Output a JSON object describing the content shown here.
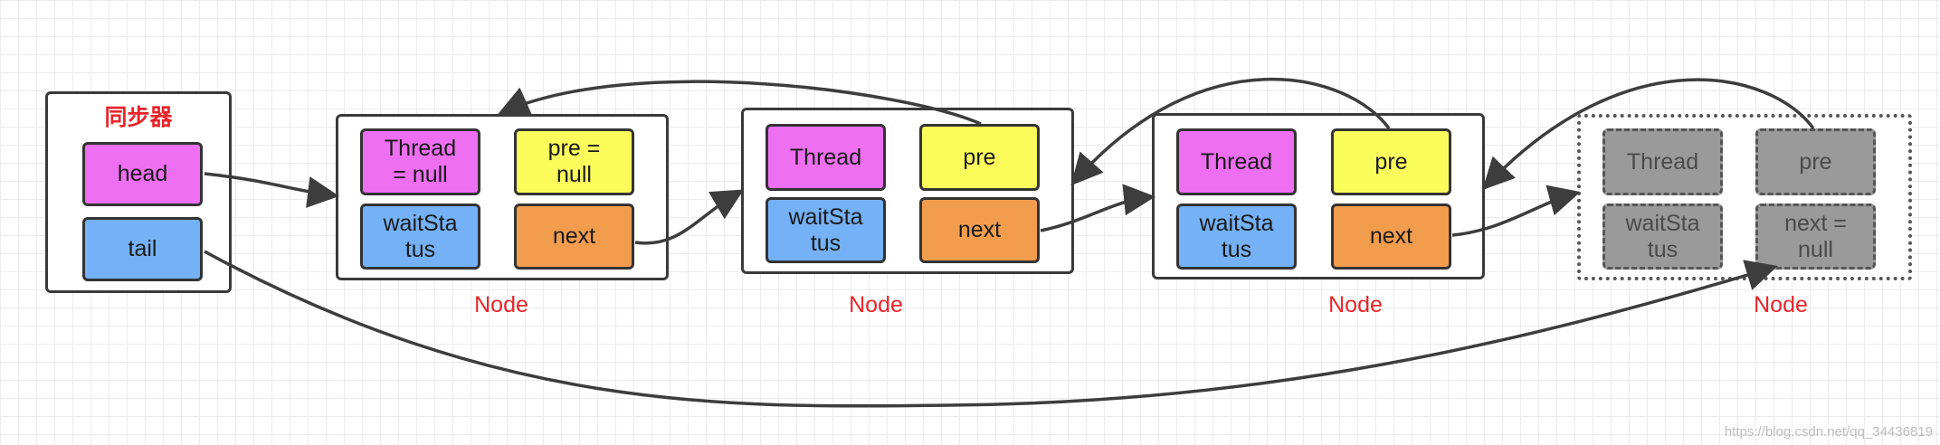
{
  "sync": {
    "title": "同步器",
    "head": "head",
    "tail": "tail"
  },
  "node_label": "Node",
  "nodes": [
    {
      "thread": "Thread\n= null",
      "pre": "pre =\nnull",
      "wait": "waitSta\ntus",
      "next": "next"
    },
    {
      "thread": "Thread",
      "pre": "pre",
      "wait": "waitSta\ntus",
      "next": "next"
    },
    {
      "thread": "Thread",
      "pre": "pre",
      "wait": "waitSta\ntus",
      "next": "next"
    },
    {
      "thread": "Thread",
      "pre": "pre",
      "wait": "waitSta\ntus",
      "next": "next =\nnull"
    }
  ],
  "colors": {
    "thread": "#ee6ff2",
    "pre": "#fbfb5c",
    "wait": "#74b1f6",
    "next": "#f29d4d",
    "ghost": "#9a9a9a",
    "label": "#e8242a",
    "arrow": "#3d3d3d"
  },
  "watermark": "https://blog.csdn.net/qq_34436819"
}
